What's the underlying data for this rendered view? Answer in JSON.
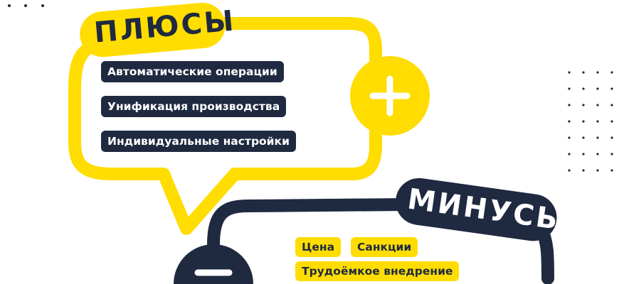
{
  "colors": {
    "yellow": "#ffdd00",
    "navy": "#1f2a40",
    "white": "#ffffff"
  },
  "pros": {
    "title": "ПЛЮСЫ",
    "icon": "plus-icon",
    "items": [
      "Автоматические операции",
      "Унификация производства",
      "Индивидуальные настройки"
    ]
  },
  "cons": {
    "title": "МИНУСЫ",
    "icon": "minus-icon",
    "items": [
      "Цена",
      "Санкции",
      "Трудоёмкое внедрение"
    ]
  }
}
